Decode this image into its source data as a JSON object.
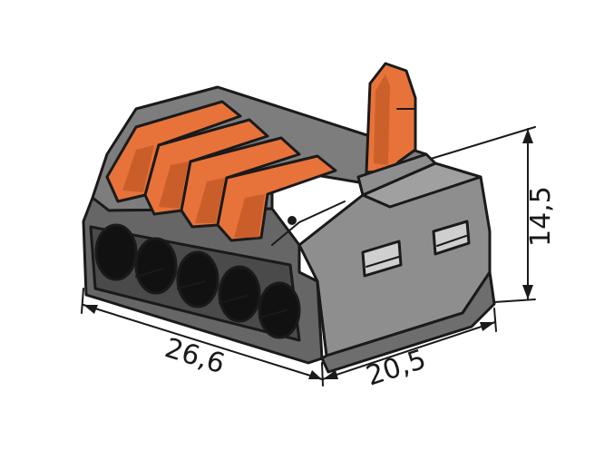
{
  "dimensions": {
    "width_label": "26,6",
    "depth_label": "20,5",
    "height_label": "14,5"
  },
  "colors": {
    "housing_dark": "#5f5f5f",
    "housing_mid": "#7c7c7c",
    "housing_light": "#9a9a9a",
    "lever_orange": "#e8733a",
    "lever_dark": "#b4501f",
    "hole_black": "#111111",
    "line": "#1a1a1a"
  }
}
